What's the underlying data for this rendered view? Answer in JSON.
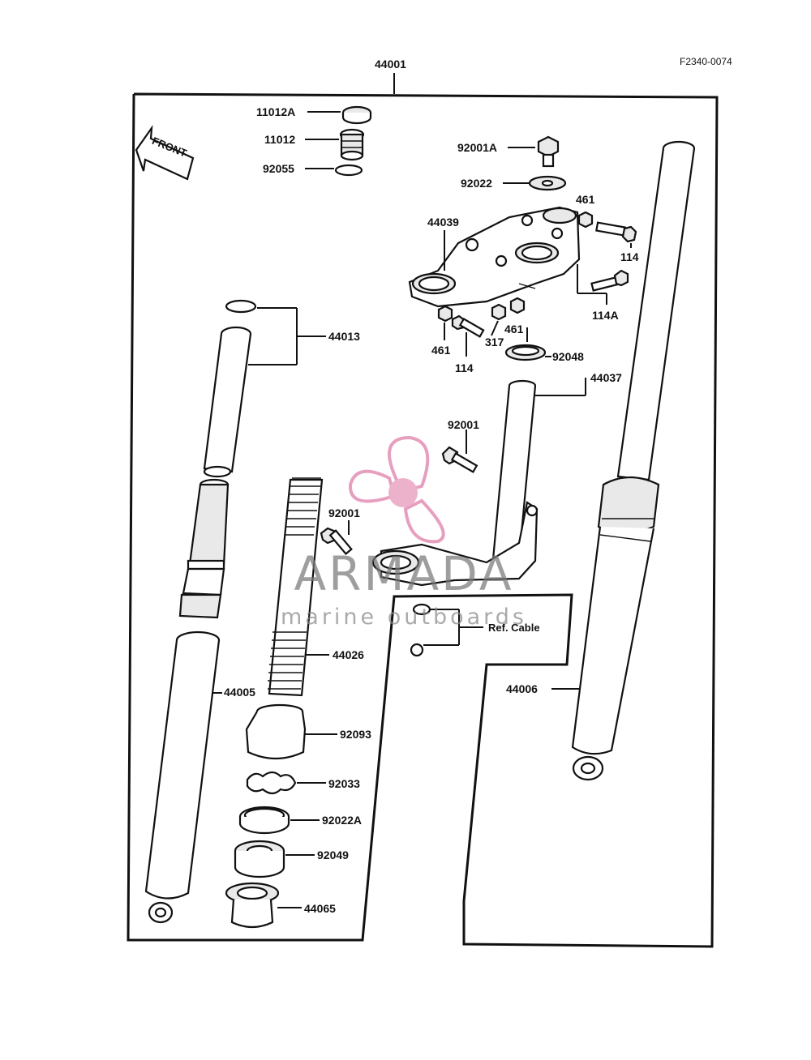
{
  "diagram": {
    "assembly_number": "44001",
    "drawing_code": "F2340-0074",
    "front_label": "FRONT",
    "ref_label": "Ref. Cable",
    "colors": {
      "line": "#111111",
      "watermark": "#e38fb4",
      "watermark_text": "#8a8a8a"
    },
    "labels": {
      "p11012A": "11012A",
      "p11012": "11012",
      "p92055": "92055",
      "p92001A": "92001A",
      "p92022": "92022",
      "p461a": "461",
      "p44039": "44039",
      "p114a": "114",
      "p114A": "114A",
      "p44013": "44013",
      "p461b": "461",
      "p317": "317",
      "p461c": "461",
      "p114b": "114",
      "p92048": "92048",
      "p44037": "44037",
      "p92001a": "92001",
      "p92001b": "92001",
      "p44026": "44026",
      "p44005": "44005",
      "p44006": "44006",
      "p92093": "92093",
      "p92033": "92033",
      "p92022A": "92022A",
      "p92049": "92049",
      "p44065": "44065"
    }
  },
  "watermark": {
    "brand": "ARMADA",
    "tagline": "marine outboards",
    "icon": "propeller-icon"
  }
}
